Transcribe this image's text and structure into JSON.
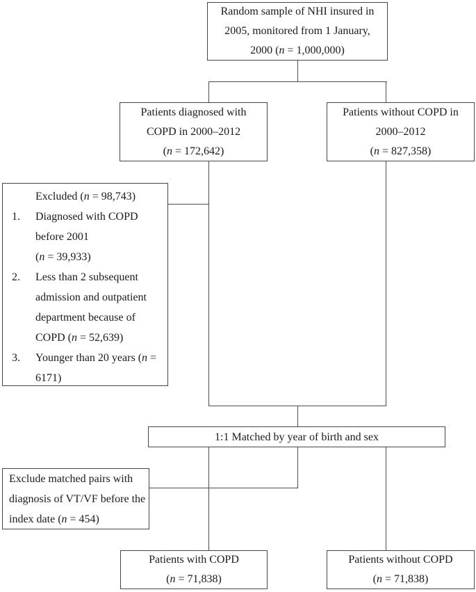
{
  "figure": {
    "type": "flowchart",
    "colors": {
      "border": "#454545",
      "line": "#4d4d4d",
      "text": "#1a1a1a",
      "background": "#ffffff"
    },
    "boxes": {
      "top": {
        "lines": [
          "Random sample of NHI insured in",
          "2005, monitored from 1 January,",
          "2000 (n = 1,000,000)"
        ]
      },
      "copd": {
        "lines": [
          "Patients diagnosed with",
          "COPD in 2000–2012",
          "(n = 172,642)"
        ]
      },
      "no_copd": {
        "lines": [
          "Patients without COPD in",
          "2000–2012",
          "(n = 827,358)"
        ]
      },
      "excluded": {
        "rows": [
          {
            "num": "",
            "text": "Excluded (n = 98,743)"
          },
          {
            "num": "1.",
            "text": "Diagnosed with COPD"
          },
          {
            "num": "",
            "text": "before 2001"
          },
          {
            "num": "",
            "text": "(n = 39,933)"
          },
          {
            "num": "2.",
            "text": "Less than 2 subsequent"
          },
          {
            "num": "",
            "text": "admission and outpatient"
          },
          {
            "num": "",
            "text": "department because of"
          },
          {
            "num": "",
            "text": "COPD (n = 52,639)"
          },
          {
            "num": "3.",
            "text": "Younger than 20 years (n ="
          },
          {
            "num": "",
            "text": "6171)"
          }
        ]
      },
      "matched": {
        "lines": [
          "1:1 Matched by year of birth and sex"
        ]
      },
      "exclude_pairs": {
        "lines": [
          "Exclude matched pairs with",
          "diagnosis of VT/VF before the",
          "index date (n = 454)"
        ]
      },
      "final_copd": {
        "lines": [
          "Patients with COPD",
          "(n = 71,838)"
        ]
      },
      "final_no_copd": {
        "lines": [
          "Patients without COPD",
          "(n = 71,838)"
        ]
      }
    }
  }
}
